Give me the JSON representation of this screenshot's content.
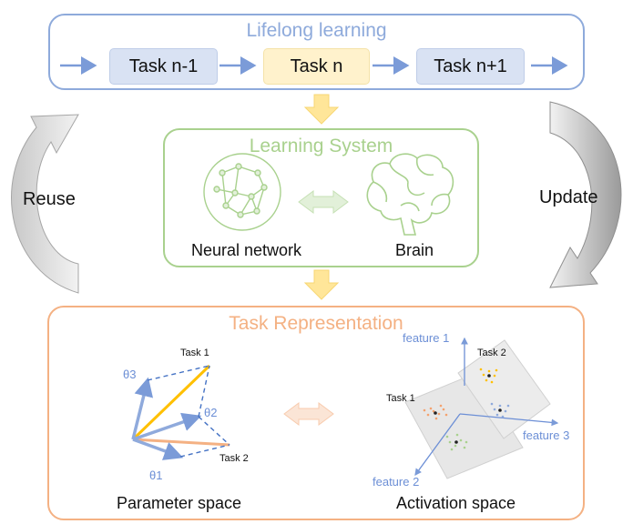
{
  "lifelong": {
    "title": "Lifelong learning",
    "tasks": [
      "Task n-1",
      "Task n",
      "Task n+1"
    ]
  },
  "learning_system": {
    "title": "Learning System",
    "left_label": "Neural network",
    "right_label": "Brain"
  },
  "side": {
    "left": "Reuse",
    "right": "Update"
  },
  "task_rep": {
    "title": "Task Representation",
    "param": {
      "caption": "Parameter space",
      "task1": "Task 1",
      "task2": "Task 2",
      "theta1": "θ1",
      "theta2": "θ2",
      "theta3": "θ3"
    },
    "act": {
      "caption": "Activation space",
      "task1": "Task 1",
      "task2": "Task 2",
      "f1": "feature 1",
      "f2": "feature 2",
      "f3": "feature 3"
    }
  },
  "colors": {
    "blue": "#7b9bd8",
    "task_blue_fill": "#d9e2f3",
    "yellow": "#ffd75e",
    "task_yellow_fill": "#fff2cc",
    "green": "#a9d18e",
    "orange": "#f4b183",
    "gray": "#bfbfbf"
  },
  "icons": [
    "neural-network-icon",
    "brain-icon",
    "double-arrow-icon",
    "down-arrow-icon",
    "curved-arrow-icon"
  ]
}
